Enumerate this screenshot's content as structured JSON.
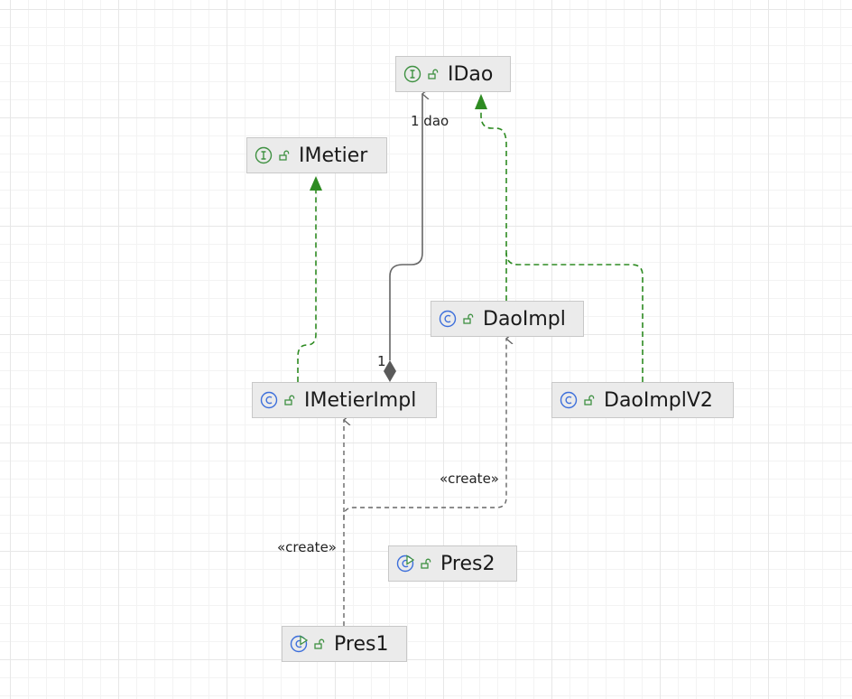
{
  "diagram": {
    "nodes": [
      {
        "id": "IDao",
        "label": "IDao",
        "kind": "interface",
        "icon": "interface-icon"
      },
      {
        "id": "IMetier",
        "label": "IMetier",
        "kind": "interface",
        "icon": "interface-icon"
      },
      {
        "id": "DaoImpl",
        "label": "DaoImpl",
        "kind": "class",
        "icon": "class-icon"
      },
      {
        "id": "IMetierImpl",
        "label": "IMetierImpl",
        "kind": "class",
        "icon": "class-icon"
      },
      {
        "id": "DaoImplV2",
        "label": "DaoImplV2",
        "kind": "class",
        "icon": "class-icon"
      },
      {
        "id": "Pres2",
        "label": "Pres2",
        "kind": "runnable-class",
        "icon": "runnable-class-icon"
      },
      {
        "id": "Pres1",
        "label": "Pres1",
        "kind": "runnable-class",
        "icon": "runnable-class-icon"
      }
    ],
    "edges": [
      {
        "from": "IMetierImpl",
        "to": "IMetier",
        "type": "implements"
      },
      {
        "from": "DaoImpl",
        "to": "IDao",
        "type": "implements"
      },
      {
        "from": "DaoImplV2",
        "to": "IDao",
        "type": "implements"
      },
      {
        "from": "IMetierImpl",
        "to": "IDao",
        "type": "composition",
        "source_multiplicity": "1",
        "target_multiplicity": "1",
        "target_role": "dao"
      },
      {
        "from": "Pres1",
        "to": "IMetierImpl",
        "type": "dependency",
        "stereotype": "«create»"
      },
      {
        "from": "Pres1",
        "to": "DaoImpl",
        "type": "dependency",
        "stereotype": "«create»"
      }
    ],
    "labels": {
      "dao_multiplicity_role": "1 dao",
      "impl_multiplicity": "1",
      "create_pres1_metier": "«create»",
      "create_pres1_dao": "«create»"
    },
    "colors": {
      "background": "#ffffff",
      "node_fill": "#ebebeb",
      "node_border": "#c8c8c8",
      "realization": "#2e8b22",
      "association": "#666666",
      "interface_icon": "#3f9142",
      "class_icon": "#3d6fdb",
      "lock_icon": "#3f9142"
    }
  }
}
